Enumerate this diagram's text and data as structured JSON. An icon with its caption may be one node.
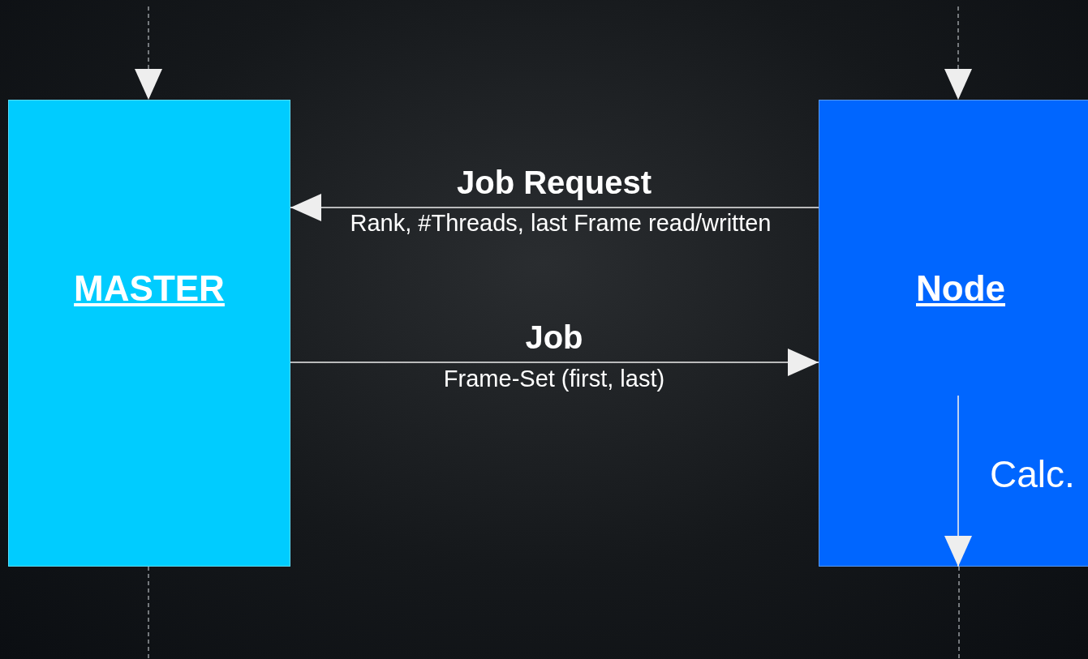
{
  "diagram": {
    "nodes": [
      {
        "text": [
          "MASTER"
        ]
      },
      {
        "text": [
          "Node"
        ]
      }
    ],
    "edges": [
      {
        "from": null,
        "to": 0,
        "arrow": "to",
        "style": "dashed"
      },
      {
        "from": null,
        "to": 1,
        "arrow": "to",
        "style": "dashed"
      },
      {
        "from": 1,
        "to": 0,
        "arrow": "to",
        "label": "Job Request"
      },
      {
        "from": 0,
        "to": 1,
        "arrow": "to",
        "label": "Job"
      },
      {
        "from": null,
        "to": 1,
        "arrow": "to",
        "label": "Calc."
      },
      {
        "from": 0,
        "to": null,
        "arrow": "none",
        "style": "dashed"
      },
      {
        "from": 1,
        "to": null,
        "arrow": "none",
        "style": "dashed"
      }
    ],
    "labels": [
      "Rank, #Threads, last Frame read/written",
      "Frame-Set (first, last)"
    ]
  }
}
